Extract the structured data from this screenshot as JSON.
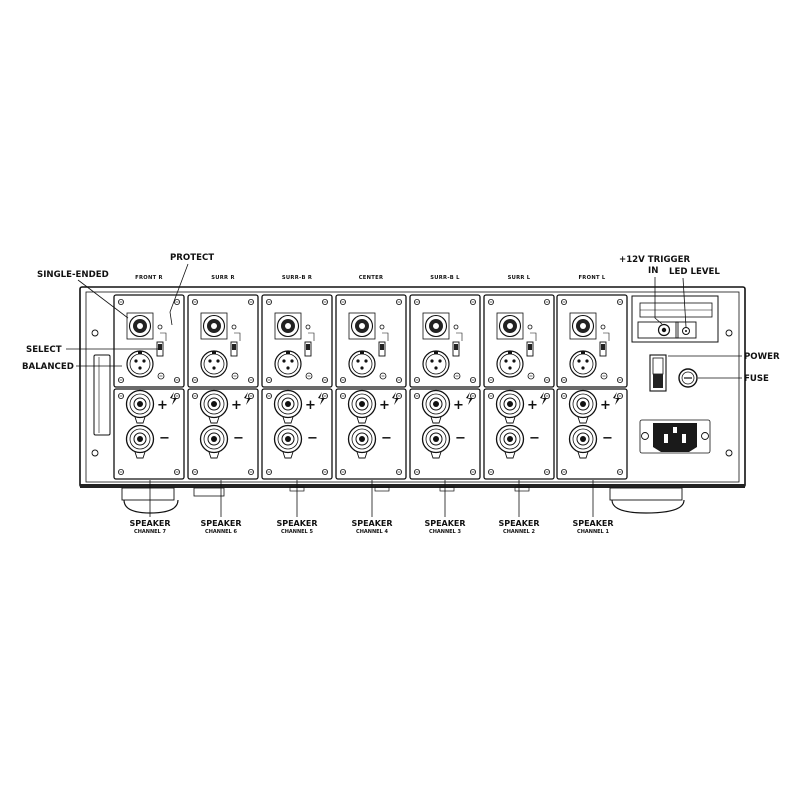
{
  "callouts": {
    "protect": "PROTECT",
    "single_ended": "SINGLE-ENDED",
    "select": "SELECT",
    "balanced": "BALANCED",
    "trigger_line1": "+12V TRIGGER",
    "trigger_line2": "IN",
    "led_level": "LED LEVEL",
    "power": "POWER",
    "fuse": "FUSE"
  },
  "channels": [
    {
      "top_label": "FRONT R",
      "speaker": "SPEAKER",
      "channel": "CHANNEL 7"
    },
    {
      "top_label": "SURR R",
      "speaker": "SPEAKER",
      "channel": "CHANNEL 6"
    },
    {
      "top_label": "SURR-B R",
      "speaker": "SPEAKER",
      "channel": "CHANNEL 5"
    },
    {
      "top_label": "CENTER",
      "speaker": "SPEAKER",
      "channel": "CHANNEL 4"
    },
    {
      "top_label": "SURR-B L",
      "speaker": "SPEAKER",
      "channel": "CHANNEL 3"
    },
    {
      "top_label": "SURR L",
      "speaker": "SPEAKER",
      "channel": "CHANNEL 2"
    },
    {
      "top_label": "FRONT L",
      "speaker": "SPEAKER",
      "channel": "CHANNEL 1"
    }
  ],
  "terminal_marks": {
    "plus": "+",
    "minus": "−"
  }
}
